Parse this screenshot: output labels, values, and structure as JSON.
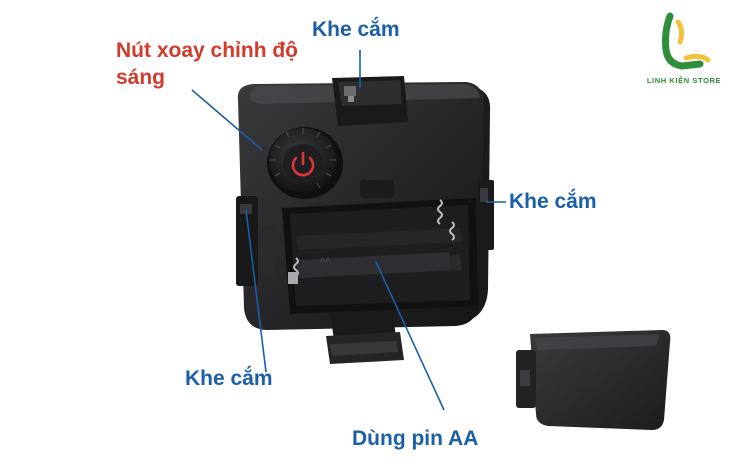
{
  "labels": {
    "brightness_knob": "Nút xoay chỉnh độ sáng",
    "slot_top": "Khe cắm",
    "slot_right": "Khe cắm",
    "slot_left": "Khe cắm",
    "battery": "Dùng pin AA"
  },
  "logo": {
    "text": "LINH KIỆN STORE"
  },
  "colors": {
    "label_blue": "#1a5fa8",
    "label_red": "#d23a2a",
    "logo_green": "#2f8e3a",
    "logo_yellow": "#f2c23a",
    "device_body": "#2a2a2c",
    "power_icon": "#e0353a"
  }
}
